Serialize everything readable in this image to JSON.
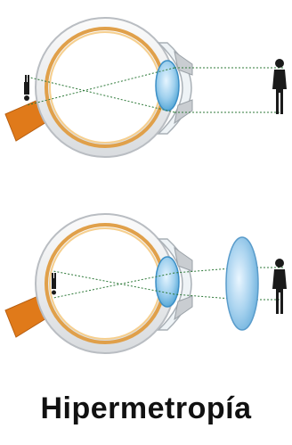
{
  "caption": "Hipermetropía",
  "colors": {
    "sclera": "#f2f2f2",
    "sclera_edge": "#b9bdc2",
    "choroid": "#e0a04a",
    "retina": "#f6cf8e",
    "optic_nerve": "#e07a1a",
    "lens": "#9fd0ee",
    "lens_edge": "#3c8fc6",
    "corrective_lens": "#9cc9ea",
    "ray": "#2f7a3a",
    "figure": "#1a1a1a"
  },
  "icons": [
    "eye-uncorrected",
    "eye-corrected",
    "corrective-convex-lens",
    "person-silhouette"
  ]
}
